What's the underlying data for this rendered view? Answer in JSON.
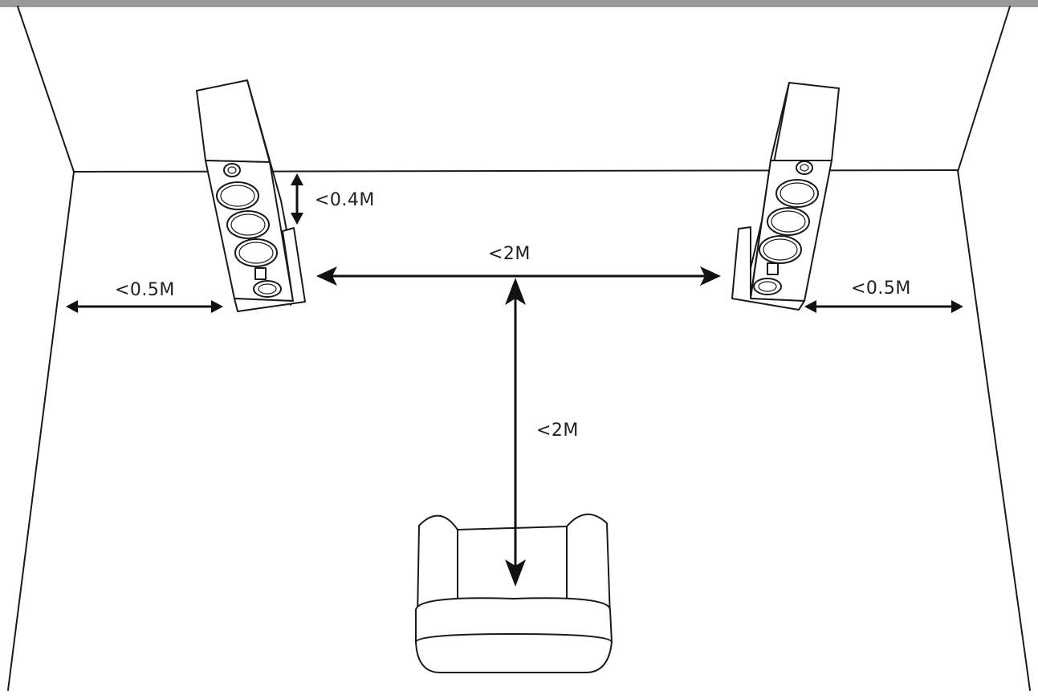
{
  "colors": {
    "top_bar": "#9a9a9a",
    "lines": "#1a1a1a",
    "background": "#ffffff"
  },
  "labels": {
    "wall_gap_top": "<0.4M",
    "speaker_spacing": "<2M",
    "side_gap_left": "<0.5M",
    "side_gap_right": "<0.5M",
    "listening_distance": "<2M"
  },
  "icons": {
    "left_speaker": "tower-speaker-icon",
    "right_speaker": "tower-speaker-icon",
    "chair": "armchair-icon"
  }
}
